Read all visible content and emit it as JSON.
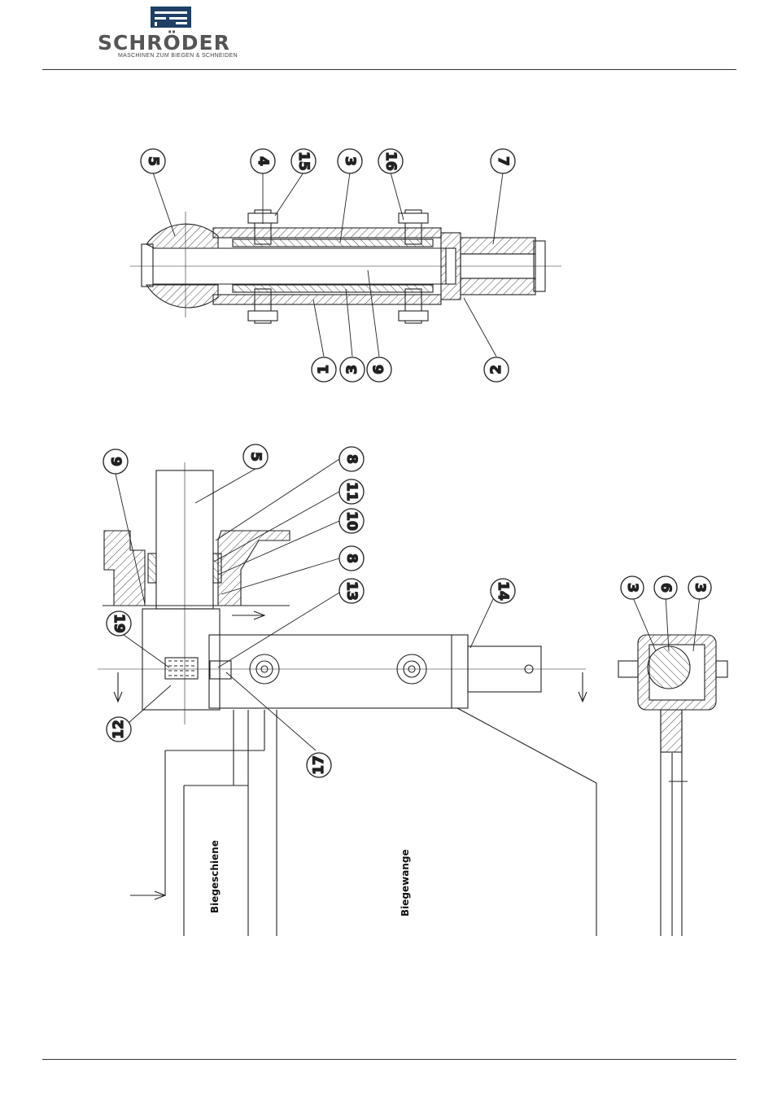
{
  "header": {
    "brand": "SCHRÖDER",
    "tagline": "MASCHINEN ZUM BIEGEN & SCHNEIDEN"
  },
  "labels": {
    "bending_rail": "Biegeschiene",
    "bending_beam": "Biegewange"
  },
  "callouts": {
    "top": [
      "5",
      "4",
      "15",
      "3",
      "16",
      "7",
      "1",
      "3",
      "6",
      "2"
    ],
    "side": [
      "9",
      "5",
      "8",
      "11",
      "10",
      "8",
      "13",
      "14",
      "19",
      "12",
      "17"
    ],
    "section": [
      "3",
      "6",
      "3"
    ]
  }
}
